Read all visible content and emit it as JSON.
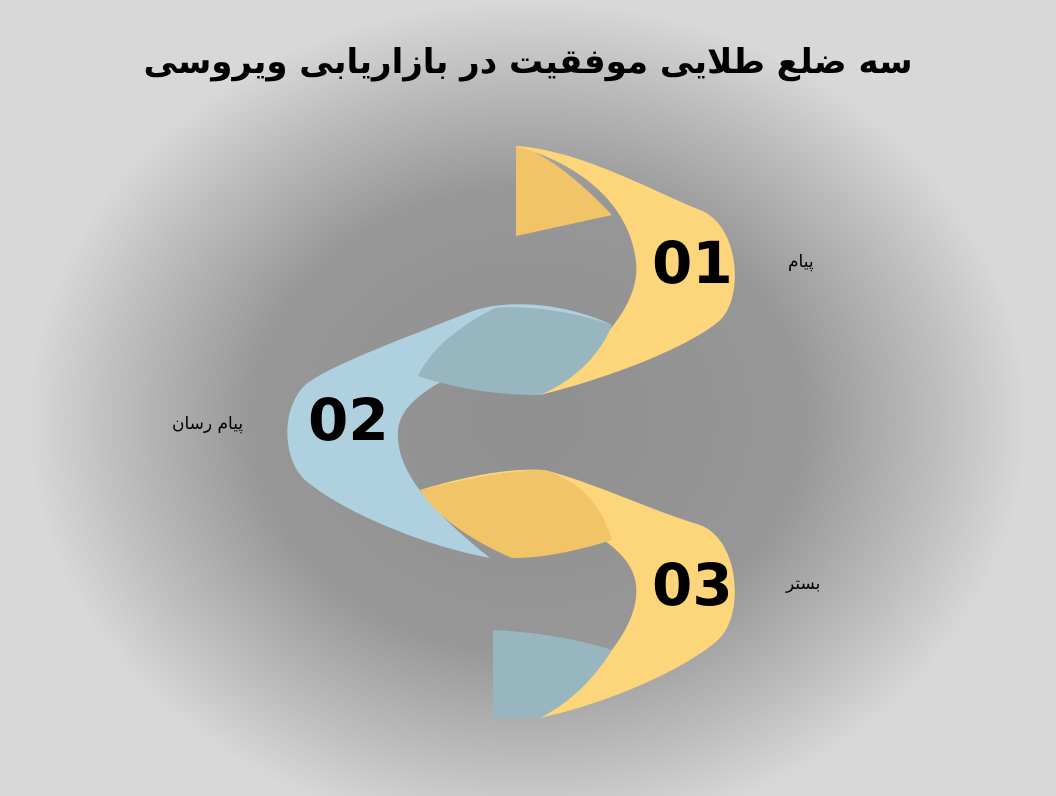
{
  "title": "سه ضلع طلایی موفقیت در بازاریابی ویروسی",
  "steps": [
    {
      "number": "01",
      "label": "پیام"
    },
    {
      "number": "02",
      "label": "پیام رسان"
    },
    {
      "number": "03",
      "label": "بستر"
    }
  ],
  "colors": {
    "yellow": "#fdd57a",
    "yellow_fold": "#f2c468",
    "blue": "#afd0df",
    "blue_fold": "#97b6c0"
  }
}
